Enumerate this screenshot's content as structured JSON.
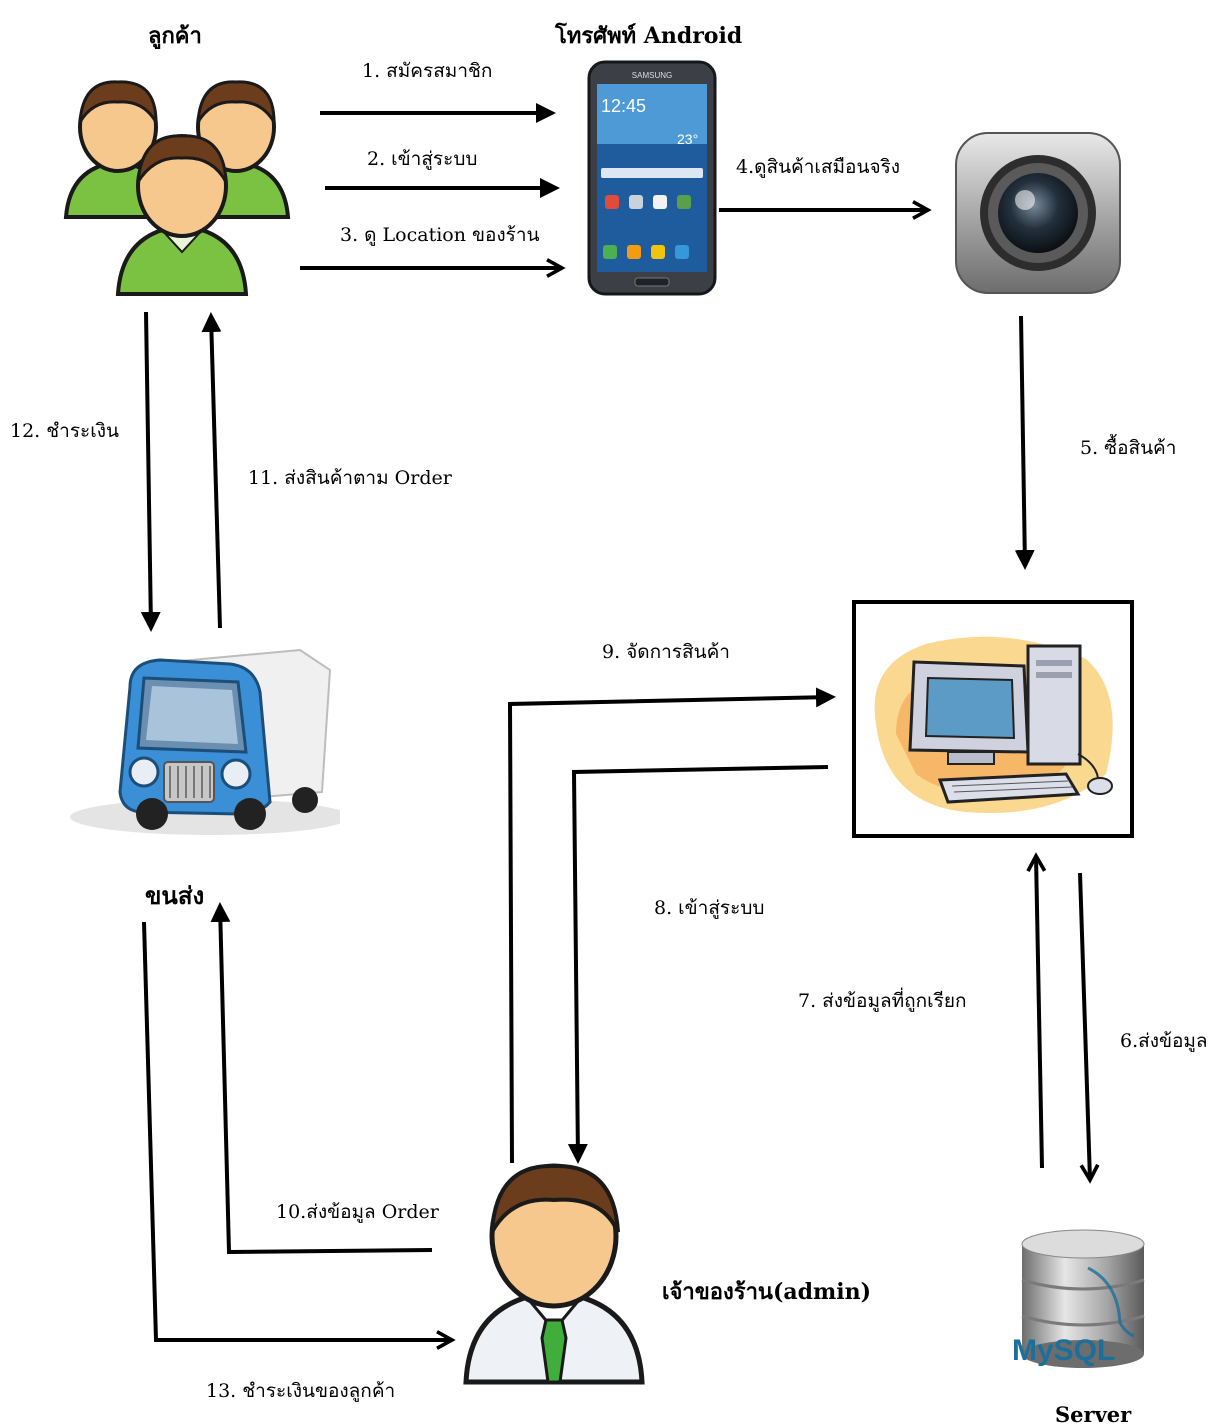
{
  "diagram": {
    "nodes": {
      "customer": {
        "title": "ลูกค้า",
        "icon": "customer-group-icon"
      },
      "phone": {
        "title": "โทรศัพท์ Android",
        "icon": "android-phone-icon",
        "brand_text": "SAMSUNG",
        "clock_text": "12:45",
        "weather_text": "23°"
      },
      "camera": {
        "icon": "camera-icon"
      },
      "computer": {
        "icon": "computer-icon"
      },
      "server": {
        "title": "Server",
        "icon": "mysql-database-icon",
        "logo_text": "MySQL"
      },
      "admin": {
        "title": "เจ้าของร้าน(admin)",
        "icon": "admin-person-icon"
      },
      "delivery": {
        "title": "ขนส่ง",
        "icon": "delivery-truck-icon"
      }
    },
    "edges": [
      {
        "id": "e1",
        "label": "1. สมัครสมาชิก",
        "from": "customer",
        "to": "phone"
      },
      {
        "id": "e2",
        "label": "2. เข้าสู่ระบบ",
        "from": "customer",
        "to": "phone"
      },
      {
        "id": "e3",
        "label": "3. ดู Location ของร้าน",
        "from": "customer",
        "to": "phone"
      },
      {
        "id": "e4",
        "label": "4.ดูสินค้าเสมือนจริง",
        "from": "phone",
        "to": "camera"
      },
      {
        "id": "e5",
        "label": "5. ซื้อสินค้า",
        "from": "camera",
        "to": "computer"
      },
      {
        "id": "e6",
        "label": "6.ส่งข้อมูล",
        "from": "computer",
        "to": "server"
      },
      {
        "id": "e7",
        "label": "7. ส่งข้อมูลที่ถูกเรียก",
        "from": "server",
        "to": "computer"
      },
      {
        "id": "e8",
        "label": "8. เข้าสู่ระบบ",
        "from": "computer",
        "to": "admin"
      },
      {
        "id": "e9",
        "label": "9. จัดการสินค้า",
        "from": "admin",
        "to": "computer"
      },
      {
        "id": "e10",
        "label": "10.ส่งข้อมูล Order",
        "from": "admin",
        "to": "delivery"
      },
      {
        "id": "e11",
        "label": "11. ส่งสินค้าตาม Order",
        "from": "delivery",
        "to": "customer"
      },
      {
        "id": "e12",
        "label": "12. ชำระเงิน",
        "from": "customer",
        "to": "delivery"
      },
      {
        "id": "e13",
        "label": "13. ชำระเงินของลูกค้า",
        "from": "delivery",
        "to": "admin"
      }
    ]
  },
  "colors": {
    "line": "#000000",
    "skin": "#f6c88e",
    "hair": "#6b3d1c",
    "shirt_green": "#7cc242",
    "truck_blue": "#3a8fd6",
    "mysql_blue": "#1c6f9b",
    "mysql_orange": "#e48e00"
  }
}
